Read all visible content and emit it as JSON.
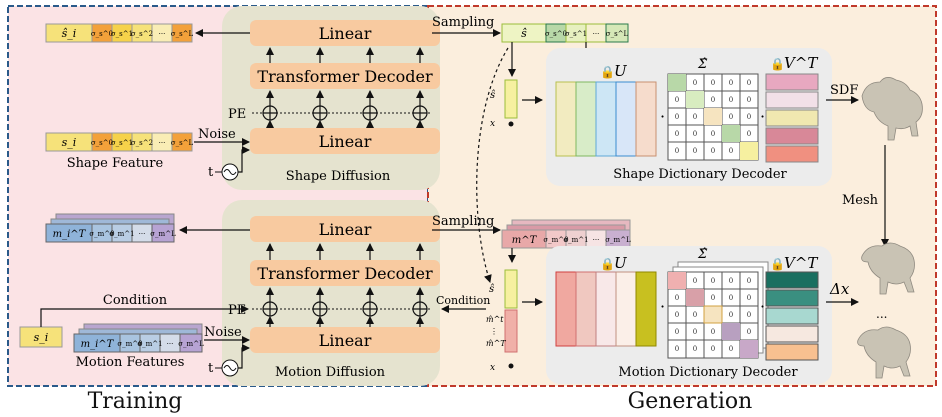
{
  "sections": {
    "training": "Training",
    "generation": "Generation"
  },
  "shape_diffusion": {
    "title": "Shape Diffusion",
    "linear_top": "Linear",
    "decoder": "Transformer Decoder",
    "linear_bottom": "Linear",
    "pe": "PE",
    "noise": "Noise",
    "t_label": "t",
    "input_label": "Shape Feature",
    "input_tokens": [
      "s_i",
      "σ_s^0",
      "σ_s^1",
      "σ_s^2",
      "···",
      "σ_s^L"
    ],
    "output_tokens": [
      "ŝ_i",
      "σ_s^0",
      "σ_s^1",
      "σ_s^2",
      "···",
      "σ_s^L"
    ]
  },
  "motion_diffusion": {
    "title": "Motion Diffusion",
    "linear_top": "Linear",
    "decoder": "Transformer Decoder",
    "linear_bottom": "Linear",
    "pe": "PE",
    "noise": "Noise",
    "condition": "Condition",
    "t_label": "t",
    "input_label": "Motion Features",
    "cond_token": "s_i",
    "input_tokens": [
      "m_i^T",
      "σ_m^0",
      "σ_m^1",
      "···",
      "σ_m^L"
    ],
    "output_tokens": [
      "m_i^T",
      "σ_m^0",
      "σ_m^1",
      "···",
      "σ_m^L"
    ]
  },
  "generation": {
    "sampling_top": "Sampling",
    "sampling_bottom": "Sampling",
    "condition": "Condition",
    "shape_sample_tokens": [
      "ŝ",
      "σ_s^0",
      "σ_s^1",
      "···",
      "σ_s^L"
    ],
    "motion_sample_tokens": [
      "m^T",
      "σ_m^0",
      "σ_m^1",
      "···",
      "σ_m^L"
    ],
    "shape_vector_labels": [
      "ŝ",
      "x"
    ],
    "motion_vector_labels": [
      "ŝ",
      "m̂^t",
      "⋮",
      "m̂^T",
      "x"
    ],
    "shape_decoder_title": "Shape Dictionary Decoder",
    "motion_decoder_title": "Motion Dictionary Decoder",
    "U": "U",
    "Sigma": "Σ̂",
    "VT": "V^T",
    "sdf": "SDF",
    "mesh": "Mesh",
    "delta_x": "Δx",
    "ellipsis": "..."
  },
  "colors": {
    "left_bg": "#fbe3e5",
    "right_bg": "#fbeedd",
    "diffusion_box": "#e5e3cf",
    "block": "#f8caa0",
    "decoder_box": "#ececec",
    "training_border": "#2a5a8a",
    "generation_border": "#c0392b"
  }
}
